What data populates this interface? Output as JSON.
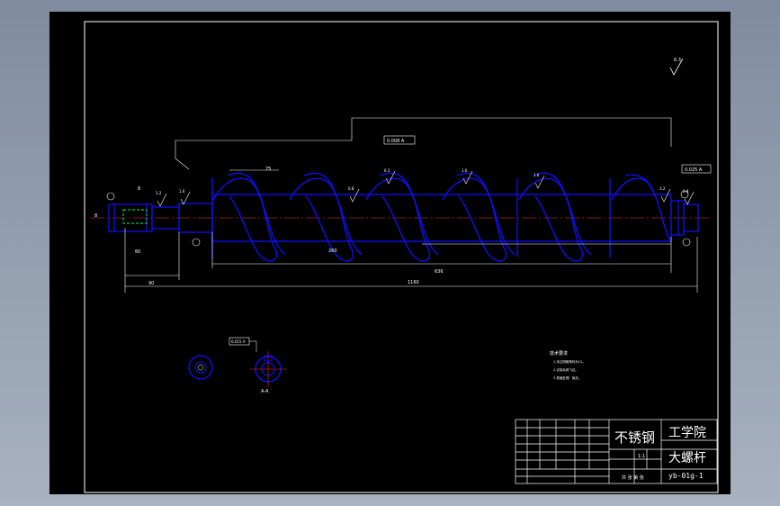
{
  "colors": {
    "background": "#000000",
    "viewport": "#8e9aab",
    "frame": "#ffffff",
    "part": "#1010ff",
    "dimension": "#ffffff",
    "centerline": "#ff3030",
    "keyway": "#00ff40"
  },
  "title_block": {
    "material": "不锈钢",
    "school": "工学院",
    "part_name": "大螺杆",
    "drawing_no": "yb-01g-1",
    "ratio": "1:1",
    "scale_note": "共 张 第 张"
  },
  "notes": {
    "title": "技术要求",
    "lines": [
      "1.未注明倒角均为C1。",
      "2.去除毛刺飞边。",
      "3.表面处理：抛光。"
    ]
  },
  "dimensions": {
    "top_flight_pitch": "75",
    "bottom_spiral_length": "636",
    "bottom_total": "1160",
    "left_shaft": "90",
    "right_mid": "260",
    "shaft_end": "60",
    "keyway_width": "8",
    "keyway_depth": "8"
  },
  "tolerances": {
    "top_frame": "0.008 A",
    "right_frame": "0.025 A",
    "section_frame": "0.015 A"
  },
  "roughness": {
    "corner": "6.3",
    "values": [
      "3.2",
      "1.6",
      "0.8",
      "6.3",
      "1.6",
      "3.2",
      "0.8",
      "1.6"
    ]
  },
  "section": {
    "label": "A-A"
  }
}
